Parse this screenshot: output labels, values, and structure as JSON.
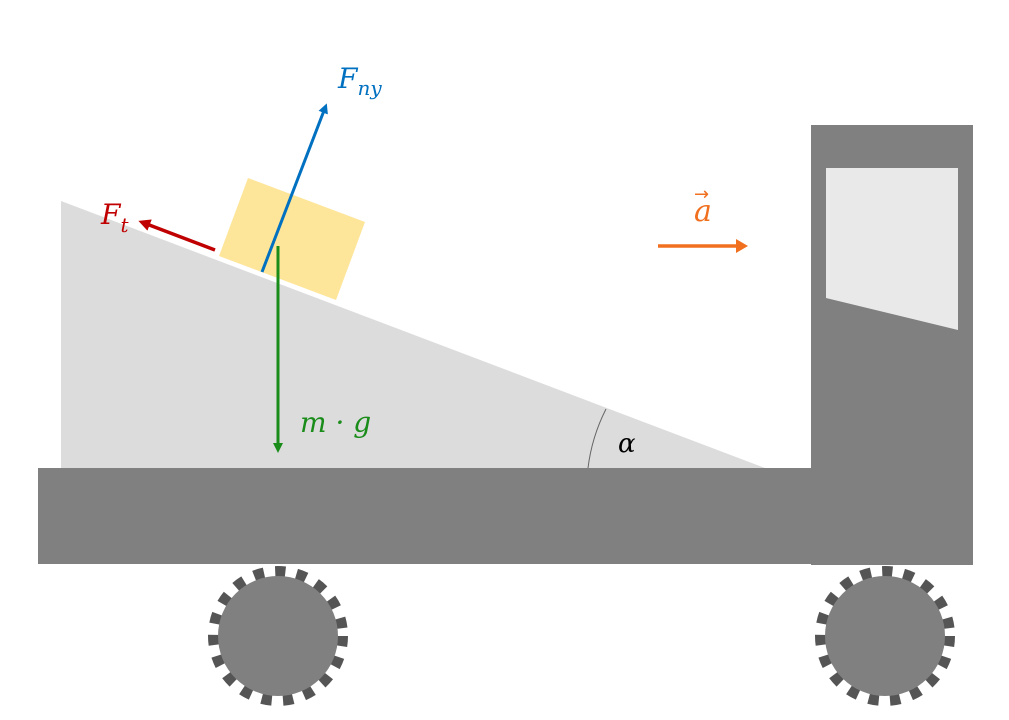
{
  "colors": {
    "truck": "#808080",
    "wheel_dash": "#555555",
    "ramp": "#dcdcdc",
    "window": "#e9e9e9",
    "box": "#fde599",
    "normal_force": "#0070c0",
    "friction_force": "#c00000",
    "gravity": "#1a8c1a",
    "acceleration": "#f07020",
    "angle_label": "#000000"
  },
  "labels": {
    "normal_force": {
      "main": "F",
      "sub": "ny"
    },
    "friction_force": {
      "main": "F",
      "sub": "t"
    },
    "gravity": "m · g",
    "acceleration": "a",
    "acceleration_arrow": "→",
    "angle": "α"
  }
}
